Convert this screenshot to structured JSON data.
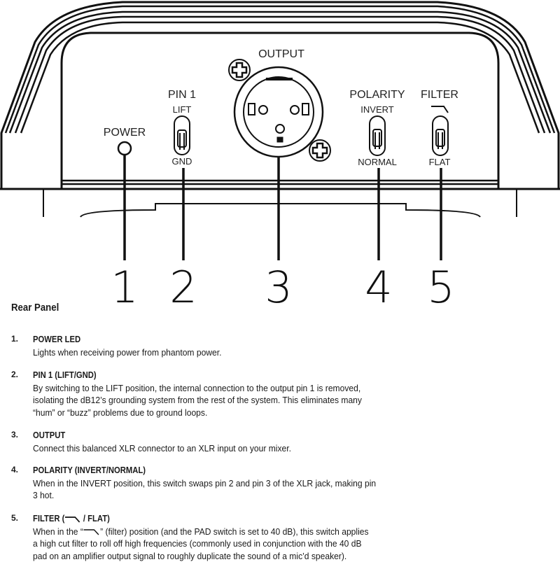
{
  "diagram": {
    "labels": {
      "power": "POWER",
      "pin1": "PIN 1",
      "lift": "LIFT",
      "gnd": "GND",
      "output": "OUTPUT",
      "polarity": "POLARITY",
      "invert": "INVERT",
      "normal": "NORMAL",
      "filter": "FILTER",
      "flat": "FLAT"
    },
    "callouts": [
      "1",
      "2",
      "3",
      "4",
      "5"
    ]
  },
  "section_title": "Rear Panel",
  "items": [
    {
      "number": "1.",
      "heading": "POWER LED",
      "lines": [
        "Lights when receiving power from phantom power."
      ]
    },
    {
      "number": "2.",
      "heading": "PIN 1 (LIFT/GND)",
      "lines": [
        "By switching to the LIFT position, the internal connection to the output pin 1 is removed,",
        "isolating the dB12’s grounding system from the rest of the system. This eliminates many",
        "“hum” or “buzz” problems due to ground loops."
      ]
    },
    {
      "number": "3.",
      "heading": "OUTPUT",
      "lines": [
        "Connect this balanced XLR connector to an XLR input on your mixer."
      ]
    },
    {
      "number": "4.",
      "heading": "POLARITY (INVERT/NORMAL)",
      "lines": [
        "When in the INVERT position, this switch swaps pin 2 and pin 3 of the XLR jack, making pin",
        "3 hot."
      ]
    },
    {
      "number": "5.",
      "heading_prefix": "FILTER (",
      "heading_suffix": " / FLAT)",
      "line1_prefix": "When in the “",
      "line1_suffix": "” (filter) position (and the PAD switch is set to 40 dB), this switch applies",
      "lines": [
        "a high cut filter to roll off high frequencies (commonly used in conjunction with the 40 dB",
        "pad on an amplifier output signal to roughly duplicate the sound of a mic’d speaker)."
      ]
    }
  ]
}
